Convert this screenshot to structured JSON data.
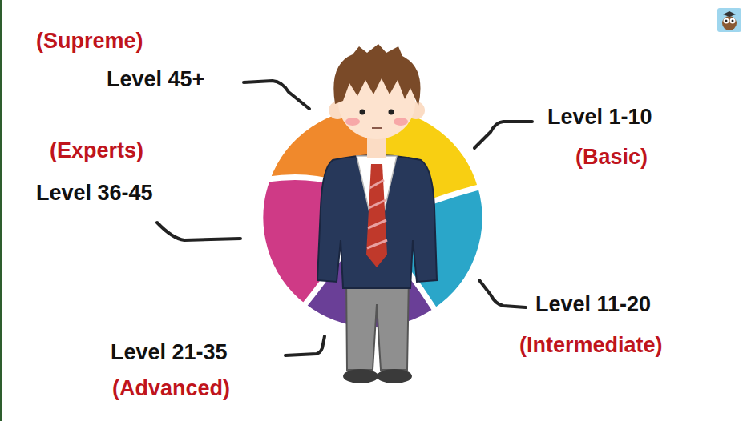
{
  "diagram": {
    "labels": [
      "(Supreme)",
      "Level 45+",
      "Level 1-10",
      "(Basic)",
      "(Experts)",
      "Level 36-45",
      "Level 11-20",
      "(Intermediate)",
      "Level 21-35",
      "(Advanced)"
    ]
  }
}
